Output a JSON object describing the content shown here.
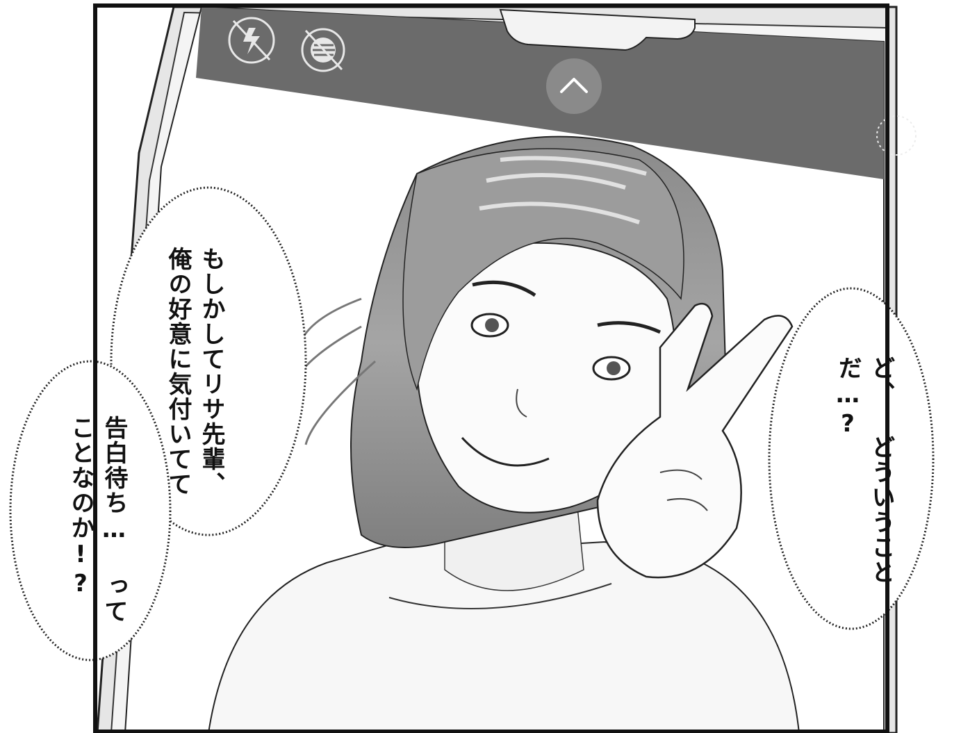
{
  "speech": {
    "bubble_left": {
      "line1": "もしかしてリサ先輩、",
      "line2": "俺の好意に気付いてて"
    },
    "bubble_left2": {
      "line1": "告白待ち…",
      "line2": "ってことなのか!?"
    },
    "bubble_right": {
      "line1": "ど、",
      "line2": "どういうことだ…?"
    }
  },
  "phone_ui": {
    "icons": [
      "flash-off-icon",
      "hdr-off-icon",
      "chevron-up-icon"
    ],
    "top_bar_color": "#6b6b6b"
  }
}
